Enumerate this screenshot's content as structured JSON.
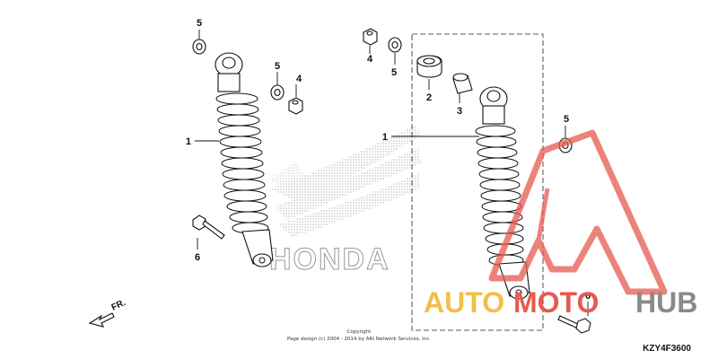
{
  "callouts": {
    "c1_left": "1",
    "c1_right": "1",
    "c2": "2",
    "c3": "3",
    "c4_top": "4",
    "c4_mid": "4",
    "c5_top": "5",
    "c5_mid": "5",
    "c5_topright": "5",
    "c5_right": "5",
    "c6_left": "6",
    "c6_right": "6"
  },
  "front_marker": "FR.",
  "copyright_line1": "Copyright",
  "copyright_line2": "Page design (c) 2004 - 2014 by ARI Network Services, Inc.",
  "diagram_code": "KZY4F3600",
  "brand_text": "HONDA",
  "watermark": {
    "part1": "AUTO",
    "part2": "MOTO",
    "part3": "HUB",
    "color1": "#f2bf48",
    "color2": "#e65a4f",
    "color3": "#8a8a8a"
  },
  "colors": {
    "ink": "#111111",
    "watermark_triangle": "#e65a4f",
    "dot_pattern": "#9a9a9a"
  }
}
